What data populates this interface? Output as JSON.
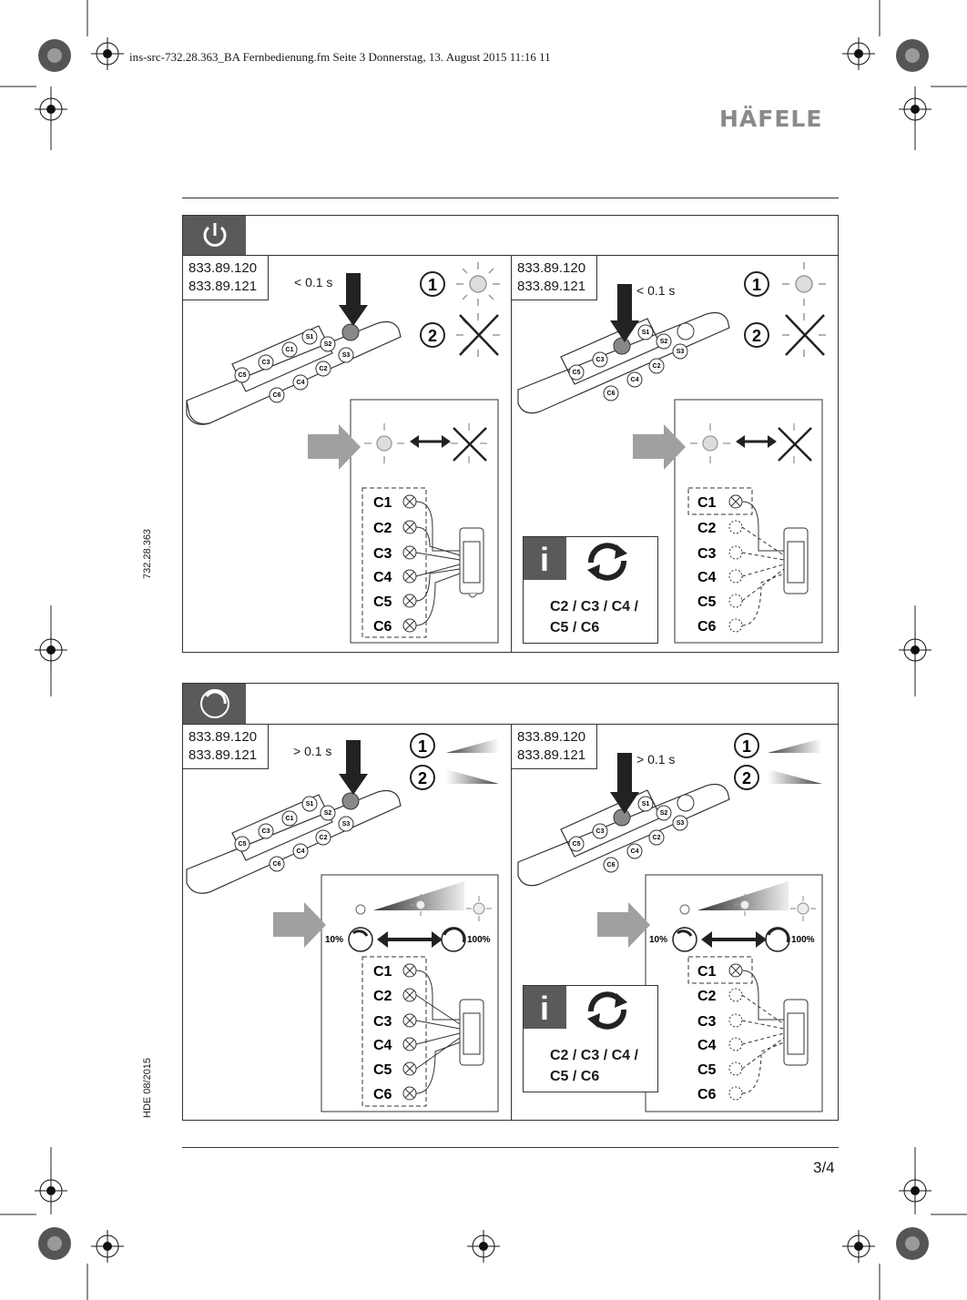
{
  "header": {
    "file_line": "ins-src-732.28.363_BA Fernbedienung.fm  Seite 3  Donnerstag, 13. August 2015  11:16 11",
    "brand": "HÄFELE"
  },
  "side": {
    "doc_number": "732.28.363",
    "doc_date": "HDE 08/2015"
  },
  "footer": {
    "page": "3/4"
  },
  "sections": [
    {
      "icon": "power-icon",
      "panels": [
        {
          "model_1": "833.89.120",
          "model_2": "833.89.121",
          "duration": "< 0.1 s",
          "step_1": "1",
          "step_2": "2",
          "channels": [
            "C1",
            "C2",
            "C3",
            "C4",
            "C5",
            "C6"
          ],
          "info": null
        },
        {
          "model_1": "833.89.120",
          "model_2": "833.89.121",
          "duration": "< 0.1 s",
          "step_1": "1",
          "step_2": "2",
          "channels": [
            "C1",
            "C2",
            "C3",
            "C4",
            "C5",
            "C6"
          ],
          "info": {
            "line_1": "C2 / C3 / C4 /",
            "line_2": "C5 / C6"
          }
        }
      ]
    },
    {
      "icon": "dimmer-icon",
      "panels": [
        {
          "model_1": "833.89.120",
          "model_2": "833.89.121",
          "duration": "> 0.1 s",
          "step_1": "1",
          "step_2": "2",
          "channels": [
            "C1",
            "C2",
            "C3",
            "C4",
            "C5",
            "C6"
          ],
          "dim_min": "10%",
          "dim_max": "100%",
          "info": null
        },
        {
          "model_1": "833.89.120",
          "model_2": "833.89.121",
          "duration": "> 0.1 s",
          "step_1": "1",
          "step_2": "2",
          "channels": [
            "C1",
            "C2",
            "C3",
            "C4",
            "C5",
            "C6"
          ],
          "dim_min": "10%",
          "dim_max": "100%",
          "info": {
            "line_1": "C2 / C3 / C4 /",
            "line_2": "C5 / C6"
          }
        }
      ]
    }
  ],
  "remote_buttons": {
    "s1": "S1",
    "s2": "S2",
    "s3": "S3",
    "c1": "C1",
    "c2": "C2",
    "c3": "C3",
    "c4": "C4",
    "c5": "C5",
    "c6": "C6"
  },
  "colors": {
    "brand": "#8a8a8a",
    "icon_bg": "#5a5a5a",
    "arrow_gray": "#a0a0a0",
    "line": "#333333"
  }
}
